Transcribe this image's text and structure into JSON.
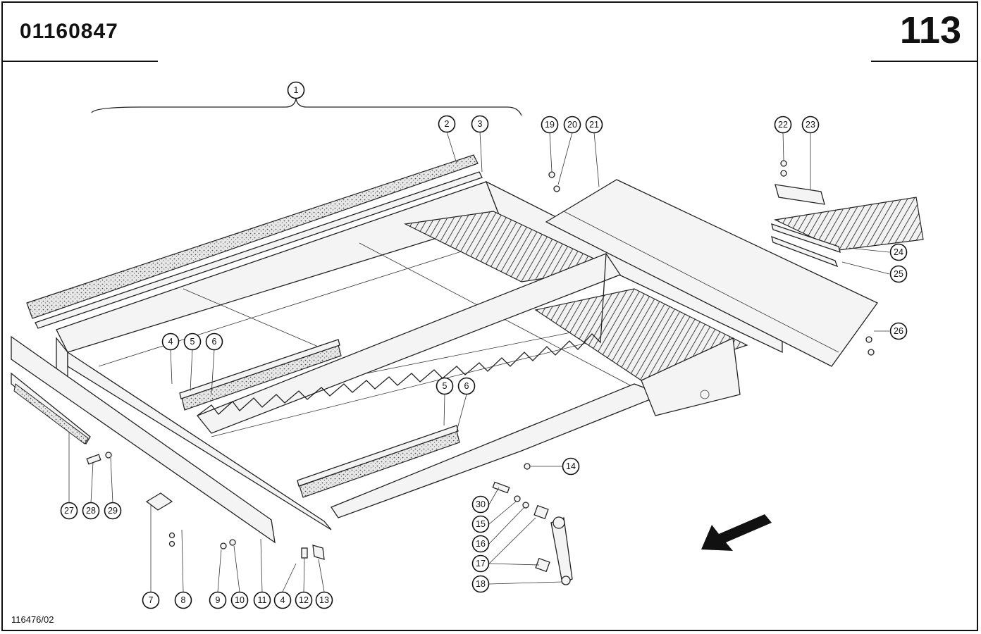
{
  "header": {
    "part_number": "01160847",
    "page_number": "113"
  },
  "footer": {
    "drawing_ref": "116476/02"
  },
  "callouts": [
    "1",
    "2",
    "3",
    "4",
    "5",
    "6",
    "19",
    "20",
    "21",
    "22",
    "23",
    "24",
    "25",
    "26",
    "27",
    "28",
    "29",
    "7",
    "8",
    "9",
    "10",
    "11",
    "4",
    "12",
    "13",
    "5",
    "6",
    "14",
    "30",
    "15",
    "16",
    "17",
    "18"
  ]
}
